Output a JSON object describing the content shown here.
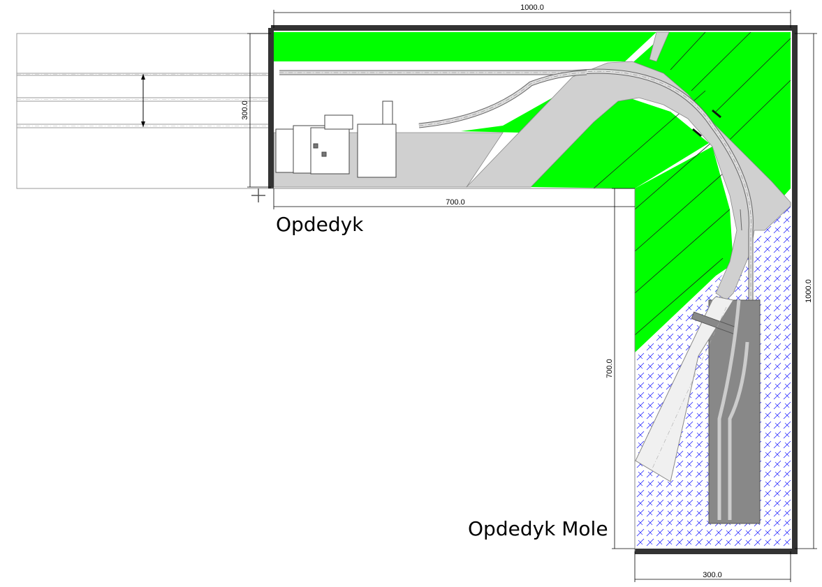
{
  "labels": {
    "station_name": "Opdedyk",
    "harbour_name": "Opdedyk Mole"
  },
  "dimensions": {
    "top_width": "1000.0",
    "left_depth": "300.0",
    "inner_length": "700.0",
    "right_height": "1000.0",
    "inner_height": "700.0",
    "bottom_width": "300.0"
  },
  "colors": {
    "frame": "#333333",
    "grass": "#00ff00",
    "road": "#d0d0d0",
    "pier": "#888888",
    "water_hatch": "#1a1aff",
    "buildings": "#ffffff"
  }
}
